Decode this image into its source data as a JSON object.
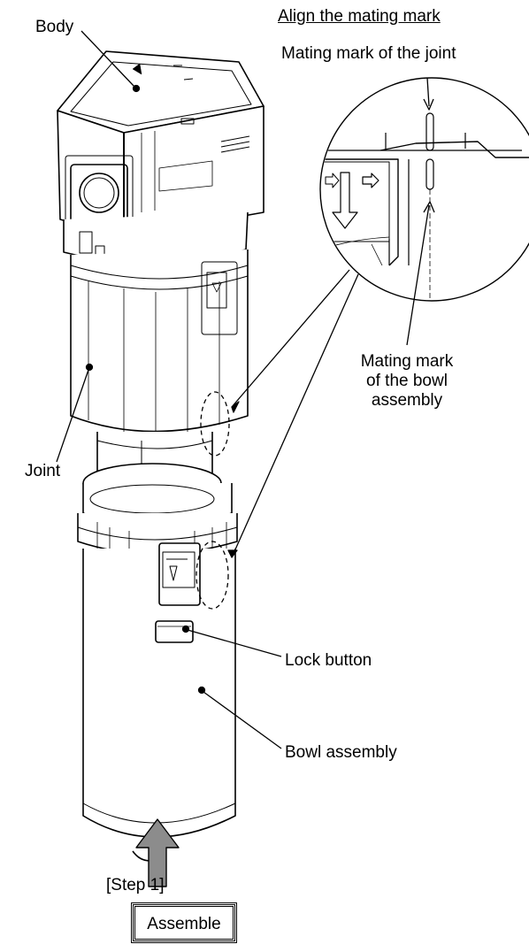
{
  "labels": {
    "body": "Body",
    "align_title": "Align the mating mark",
    "joint_mark": "Mating mark of the joint",
    "bowl_mark_line1": "Mating mark",
    "bowl_mark_line2": "of the bowl",
    "bowl_mark_line3": "assembly",
    "joint": "Joint",
    "lock_button": "Lock button",
    "bowl_assembly": "Bowl assembly",
    "step": "[Step 1]",
    "assemble": "Assemble"
  },
  "colors": {
    "line": "#000000",
    "arrow_fill": "#8c8c8c",
    "background": "#ffffff"
  },
  "icons": {
    "up_arrow": "assembly-direction-arrow-icon",
    "inset": "magnified-detail-circle"
  }
}
